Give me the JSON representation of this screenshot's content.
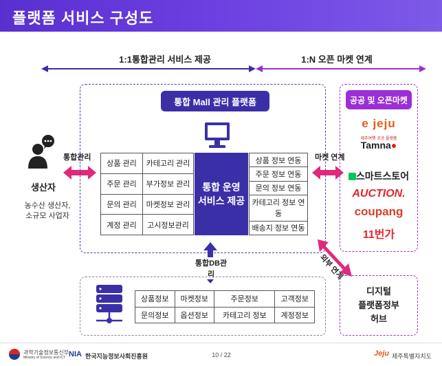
{
  "header": {
    "title": "플랫폼 서비스 구성도"
  },
  "top": {
    "left_label": "1:1통합관리 서비스 제공",
    "right_label": "1:N 오픈 마켓 연계"
  },
  "producer": {
    "title": "생산자",
    "desc_line1": "농수산 생산자,",
    "desc_line2": "소규모 사업자",
    "arrow_label": "통합관리"
  },
  "platform": {
    "title": "통합 Mall 관리 플랫폼",
    "core_line1": "통합 운영",
    "core_line2": "서비스 제공"
  },
  "left_grid": [
    [
      "상품 관리",
      "카테고리 관리"
    ],
    [
      "주문 관리",
      "부가정보 관리"
    ],
    [
      "문의 관리",
      "마켓정보 관리"
    ],
    [
      "계정 관리",
      "고시정보관리"
    ]
  ],
  "right_grid": [
    "상품 정보 연동",
    "주문 정보 연동",
    "문의 정보 연동",
    "카테고리 정보 연동",
    "배송지 정보 연동"
  ],
  "market": {
    "arrow_label": "마켓 연계",
    "title": "공공 및 오픈마켓",
    "brands": [
      "e jeju",
      "Tamna",
      "스마트스토어",
      "AUCTION.",
      "coupang",
      "11번가"
    ],
    "tamna_sub": "제주여행 공공 플랫폼"
  },
  "db": {
    "arrow_label": "통합DB관리",
    "rows": [
      [
        "상품정보",
        "마켓정보",
        "주문정보",
        "고객정보"
      ],
      [
        "문의정보",
        "옵션정보",
        "카테고리 정보",
        "계정정보"
      ]
    ]
  },
  "hub": {
    "arrow_label": "외부 연계",
    "line1": "디지털",
    "line2": "플랫폼정부",
    "line3": "허브"
  },
  "footer": {
    "ministry": "과학기술정보통신부",
    "ministry_en": "Ministry of Science and ICT",
    "nia_mark": "NIA",
    "nia": "한국지능정보사회진흥원",
    "page": "10 / 22",
    "jeju_mark": "Jeju",
    "jeju": "제주특별자치도"
  },
  "colors": {
    "header": "#5a2fd0",
    "navy": "#3b2fa8",
    "purple": "#9b2fd6",
    "pink": "#e0297a"
  }
}
